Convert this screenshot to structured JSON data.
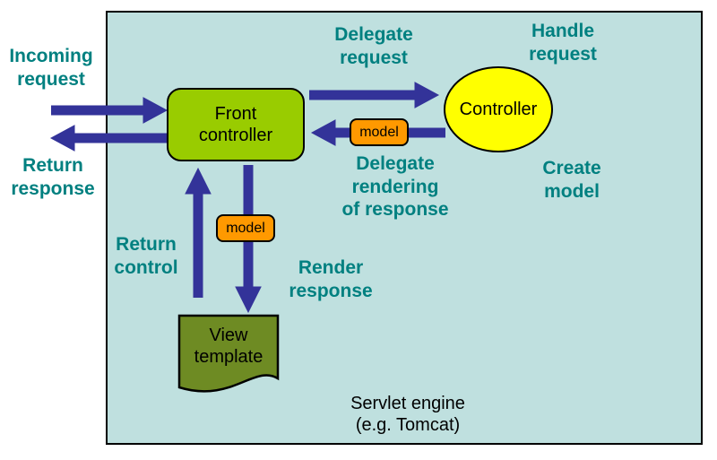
{
  "colors": {
    "container_fill": "#bfe0df",
    "container_border": "#000000",
    "arrow": "#333399",
    "label_teal": "#008080",
    "front_controller_fill": "#99cc00",
    "controller_fill": "#ffff00",
    "model_fill": "#ff9900",
    "view_template_fill": "#6e8b23",
    "text_black": "#000000"
  },
  "labels": {
    "incoming_request": "Incoming\nrequest",
    "return_response": "Return\nresponse",
    "delegate_request": "Delegate\nrequest",
    "handle_request": "Handle\nrequest",
    "delegate_rendering": "Delegate\nrendering\nof response",
    "create_model": "Create\nmodel",
    "return_control": "Return\ncontrol",
    "render_response": "Render\nresponse",
    "servlet_engine": "Servlet engine\n(e.g. Tomcat)"
  },
  "nodes": {
    "front_controller": "Front\ncontroller",
    "controller": "Controller",
    "model_upper": "model",
    "model_lower": "model",
    "view_template": "View\ntemplate"
  }
}
